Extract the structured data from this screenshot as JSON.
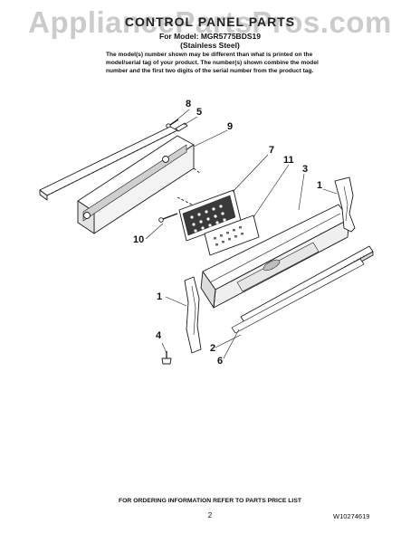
{
  "watermark": "AppliancePartsPros.com",
  "header": {
    "title": "CONTROL PANEL PARTS",
    "model_line": "For Model: MGR5775BDS19",
    "finish": "(Stainless Steel)",
    "note_lines": [
      "The model(s) number shown may be different than what is printed on the",
      "model/serial tag of your product. The number(s) shown combine the model",
      "number and the first two digits of the serial number from the product tag."
    ]
  },
  "callouts": [
    {
      "label": "8"
    },
    {
      "label": "5"
    },
    {
      "label": "9"
    },
    {
      "label": "7"
    },
    {
      "label": "11"
    },
    {
      "label": "3"
    },
    {
      "label": "1"
    },
    {
      "label": "10"
    },
    {
      "label": "1"
    },
    {
      "label": "4"
    },
    {
      "label": "2"
    },
    {
      "label": "6"
    }
  ],
  "footer": {
    "ordering_note": "FOR ORDERING INFORMATION REFER TO PARTS PRICE LIST",
    "page_number": "2",
    "document_number": "W10274619"
  }
}
